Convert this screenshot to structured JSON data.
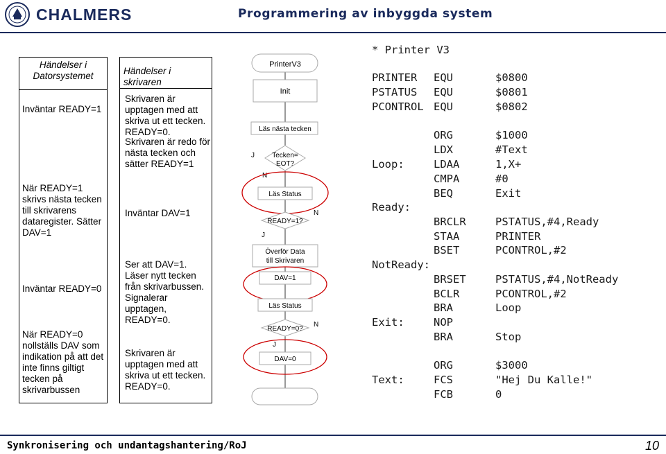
{
  "header": {
    "brand": "CHALMERS",
    "title": "Programmering av inbyggda system"
  },
  "left_table": {
    "heading": "Händelser i Datorsystemet",
    "rows": [
      "Inväntar READY=1",
      "När READY=1 skrivs nästa tecken till skrivarens dataregister. Sätter DAV=1",
      "Inväntar READY=0",
      "När READY=0 nollställs DAV som indikation på att det inte finns giltigt tecken på skrivarbussen"
    ]
  },
  "middle_table": {
    "heading": "Händelser i skrivaren",
    "rows": [
      "Skrivaren är upptagen med att skriva ut ett tecken. READY=0.",
      "Skrivaren är redo för nästa tecken och sätter READY=1",
      "Inväntar DAV=1",
      "Ser att DAV=1. Läser nytt tecken från skrivarbussen. Signalerar upptagen, READY=0.",
      "Skrivaren är upptagen med att skriva ut ett tecken. READY=0."
    ]
  },
  "flowchart": {
    "start": "PrinterV3",
    "init": "Init",
    "read_next": "Läs nästa tecken",
    "eot": [
      "Tecken=",
      "EOT?"
    ],
    "read_status1": "Läs Status",
    "ready1": "READY=1?",
    "transfer": [
      "Överför Data",
      "till Skrivaren"
    ],
    "dav1": "DAV=1",
    "read_status2": "Läs Status",
    "ready0": "READY=0?",
    "dav0": "DAV=0",
    "yes": "J",
    "no": "N"
  },
  "code": {
    "comment": "* Printer V3",
    "lines": [
      [
        "PRINTER",
        "EQU",
        "$0800"
      ],
      [
        "PSTATUS",
        "EQU",
        "$0801"
      ],
      [
        "PCONTROL",
        "EQU",
        "$0802"
      ],
      [
        "",
        "ORG",
        "$1000"
      ],
      [
        "",
        "LDX",
        "#Text"
      ],
      [
        "Loop:",
        "LDAA",
        "1,X+"
      ],
      [
        "",
        "CMPA",
        "#0"
      ],
      [
        "",
        "BEQ",
        "Exit"
      ],
      [
        "Ready:",
        "",
        ""
      ],
      [
        "",
        "BRCLR",
        "PSTATUS,#4,Ready"
      ],
      [
        "",
        "STAA",
        "PRINTER"
      ],
      [
        "",
        "BSET",
        "PCONTROL,#2"
      ],
      [
        "NotReady:",
        "",
        ""
      ],
      [
        "",
        "BRSET",
        "PSTATUS,#4,NotReady"
      ],
      [
        "",
        "BCLR",
        "PCONTROL,#2"
      ],
      [
        "",
        "BRA",
        "Loop"
      ],
      [
        "Exit:",
        "NOP",
        ""
      ],
      [
        "",
        "BRA",
        "Stop"
      ],
      [
        "",
        "ORG",
        "$3000"
      ],
      [
        "Text:",
        "FCS",
        "\"Hej Du Kalle!\""
      ],
      [
        "",
        "FCB",
        "0"
      ]
    ]
  },
  "footer": {
    "left": "Synkronisering och undantagshantering/RoJ",
    "page": "10"
  },
  "colors": {
    "brand": "#1a2a5c",
    "highlight_oval": "#cc0000",
    "flow_box_border": "#aaaaaa"
  }
}
